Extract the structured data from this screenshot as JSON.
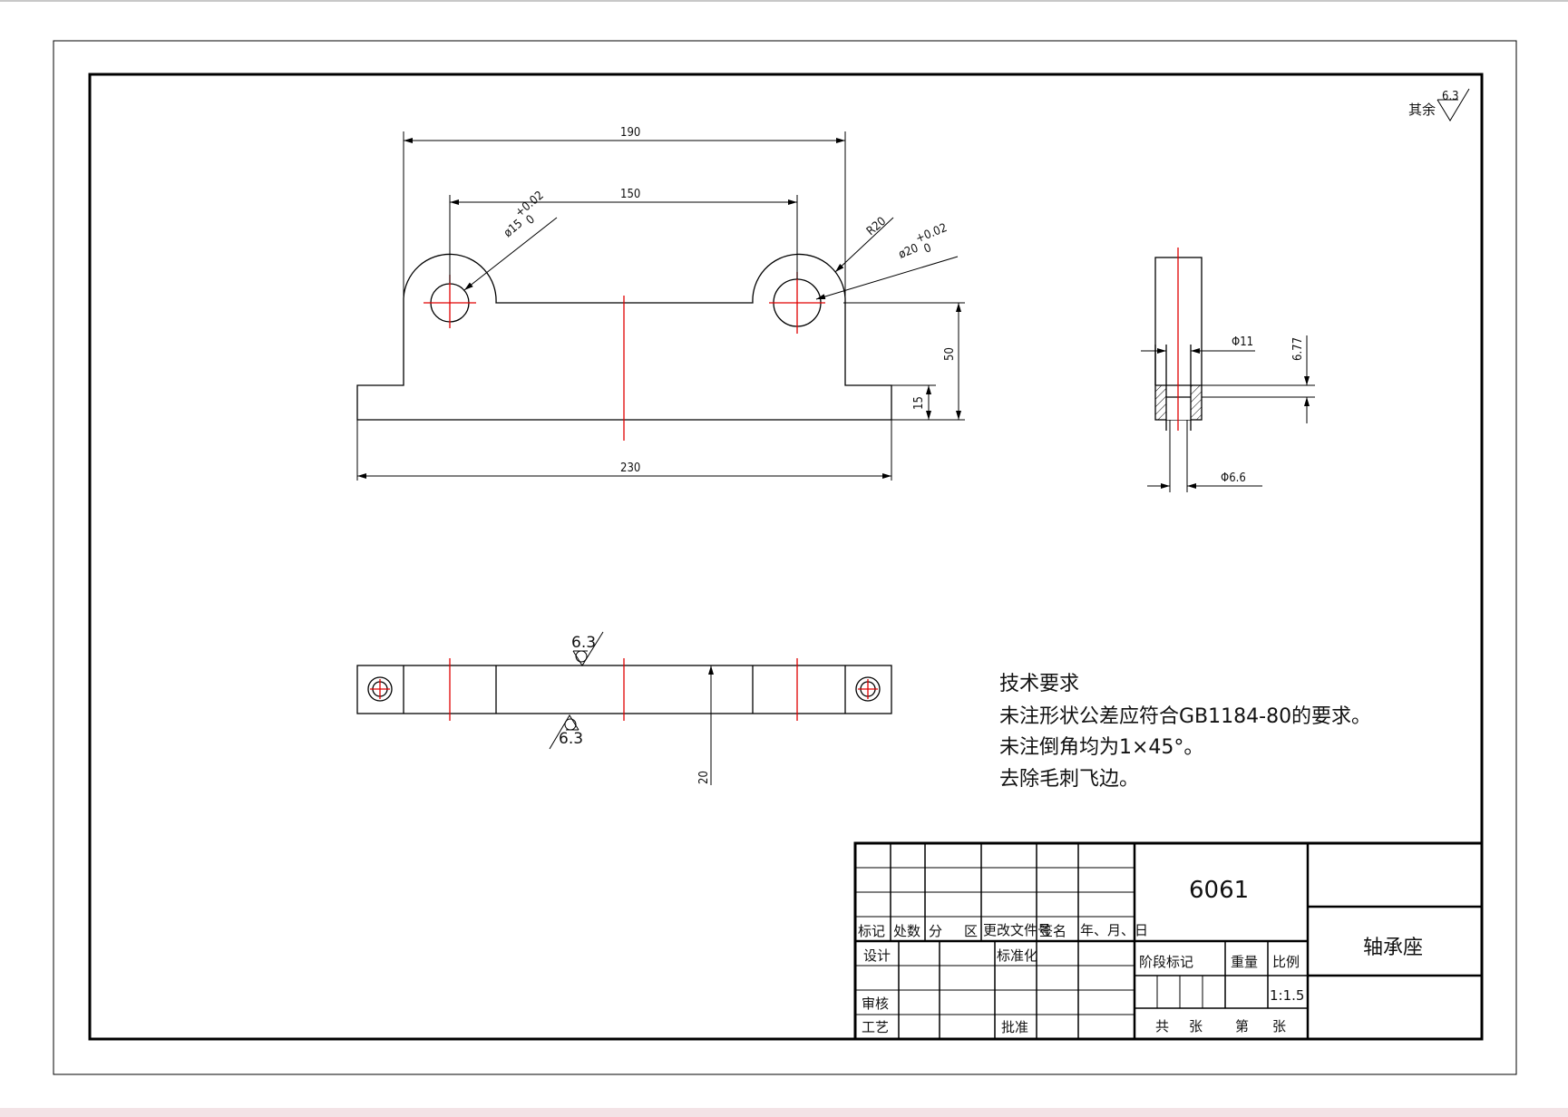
{
  "drawing": {
    "surface_roughness_other": {
      "label": "其余",
      "value": "6.3"
    },
    "front_view": {
      "dims": {
        "overall_width": "190",
        "hole_spacing": "150",
        "left_hole": "ø15",
        "left_hole_tol_upper": "+0.02",
        "left_hole_tol_lower": "0",
        "outer_radius": "R20",
        "right_hole": "ø20",
        "right_hole_tol_upper": "+0.02",
        "right_hole_tol_lower": "0",
        "center_height": "50",
        "base_height": "15",
        "base_length": "230"
      }
    },
    "side_view": {
      "dims": {
        "counterbore_diameter": "Φ11",
        "counterbore_depth": "6.77",
        "through_hole_diameter": "Φ6.6"
      }
    },
    "top_view": {
      "roughness_top": "6.3",
      "roughness_bottom": "6.3",
      "thickness": "20"
    },
    "technical_requirements": {
      "title": "技术要求",
      "lines": [
        "未注形状公差应符合GB1184-80的要求。",
        "未注倒角均为1×45°。",
        "去除毛刺飞边。"
      ]
    },
    "title_block": {
      "material": "6061",
      "part_name": "轴承座",
      "col_mark": "标记",
      "col_count": "处数",
      "col_zone_a": "分",
      "col_zone_b": "区",
      "col_change_doc": "更改文件号",
      "col_signature": "签名",
      "col_date": "年、月、日",
      "row_design": "设计",
      "row_standard": "标准化",
      "row_review": "审核",
      "row_process": "工艺",
      "row_approve": "批准",
      "stage_mark": "阶段标记",
      "weight": "重量",
      "scale_label": "比例",
      "scale_value": "1:1.5",
      "sheets_total_a": "共",
      "sheets_total_b": "张",
      "sheet_no_a": "第",
      "sheet_no_b": "张"
    }
  },
  "colors": {
    "line": "#000000",
    "center": "#e00000",
    "hatch": "#000000"
  }
}
